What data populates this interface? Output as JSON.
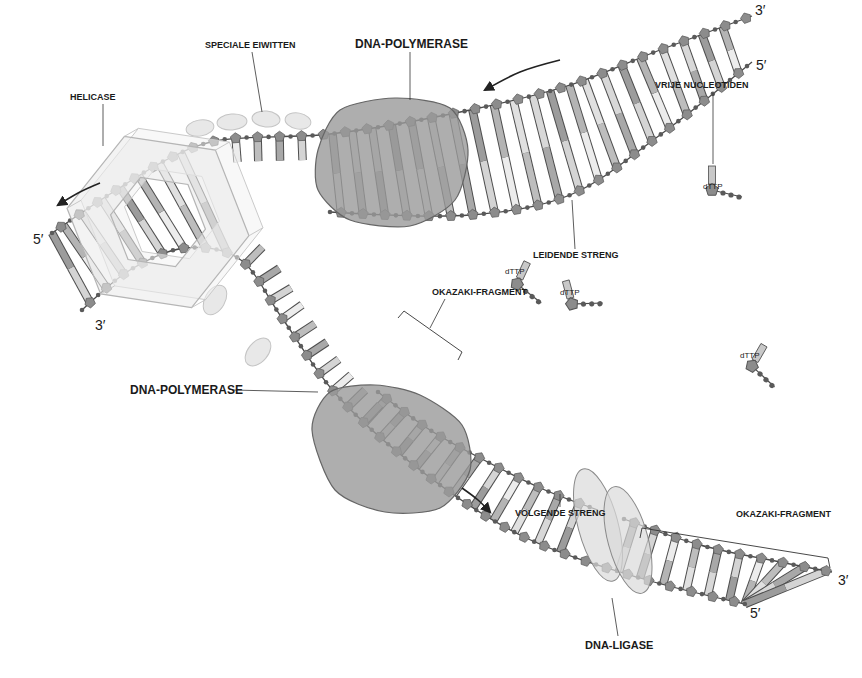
{
  "diagram": {
    "labels": [
      "HELICASE",
      "SPECIALE EIWITTEN",
      "DNA-POLYMERASE",
      "3′",
      "5′",
      "VRIJE NUCLEOTIDEN",
      "dTTP",
      "LEIDENDE STRENG",
      "5′",
      "3′",
      "dTTP",
      "dTTP",
      "OKAZAKI-FRAGMENT",
      "DNA-POLYMERASE",
      "dTTP",
      "VOLGENDE STRENG",
      "OKAZAKI-FRAGMENT",
      "3′",
      "5′",
      "DNA-LIGASE"
    ]
  }
}
